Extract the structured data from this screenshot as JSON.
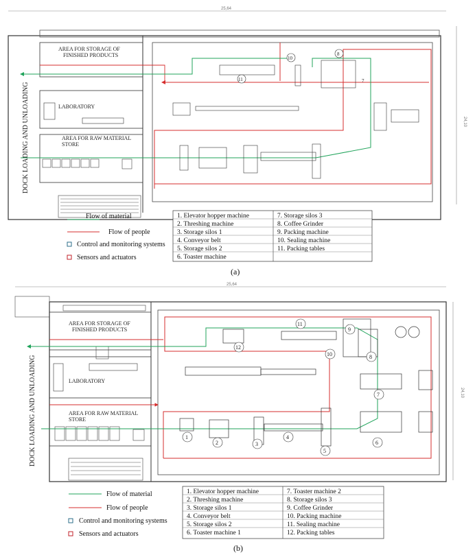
{
  "colors": {
    "material": "#1fa35a",
    "people": "#d62c2c",
    "control": "#2b6c8a",
    "sensors": "#c2202a",
    "line": "#333333"
  },
  "plan_a": {
    "dimension_top": "25,64",
    "dimension_side": "24,10",
    "dock_label": "DOCK LOADING AND UNLOADING",
    "finished_label_1": "AREA FOR STORAGE OF",
    "finished_label_2": "FINISHED PRODUCTS",
    "laboratory_label": "LABORATORY",
    "raw_label_1": "AREA FOR RAW MATERIAL",
    "raw_label_2": "STORE",
    "markers": [
      "10",
      "8",
      "11",
      "7"
    ],
    "legend": {
      "material": "Flow of material",
      "people": "Flow of people",
      "control": "Control and monitoring systems",
      "sensors": "Sensors and actuators"
    },
    "table_left": [
      "1.   Elevator hopper machine",
      "2.   Threshing machine",
      "3.   Storage silos 1",
      "4.   Conveyor belt",
      "5.   Storage silos 2",
      "6.   Toaster machine"
    ],
    "table_right": [
      "7.   Storage silos 3",
      "8.   Coffee Grinder",
      "9.   Packing machine",
      "10. Sealing machine",
      "11. Packing tables"
    ],
    "caption": "(a)"
  },
  "plan_b": {
    "dimension_top": "25,64",
    "dimension_side": "24,10",
    "dock_label": "DOCK LOADING AND UNLOADING",
    "finished_label_1": "AREA FOR STORAGE OF",
    "finished_label_2": "FINISHED PRODUCTS",
    "laboratory_label": "LABORATORY",
    "raw_label_1": "AREA FOR RAW MATERIAL",
    "raw_label_2": "STORE",
    "markers": [
      "1",
      "2",
      "3",
      "4",
      "5",
      "6",
      "7",
      "8",
      "9",
      "10",
      "11",
      "12"
    ],
    "legend": {
      "material": "Flow of material",
      "people": "Flow of people",
      "control": "Control and monitoring systems",
      "sensors": "Sensors and actuators"
    },
    "table_left": [
      "1.    Elevator hopper machine",
      "2.    Threshing machine",
      "3.    Storage silos 1",
      "4.    Conveyor belt",
      "5.    Storage silos 2",
      "6.    Toaster machine 1"
    ],
    "table_right": [
      "7.    Toaster machine 2",
      "8.    Storage silos 3",
      "9.    Coffee Grinder",
      "10.  Packing machine",
      "11.  Sealing machine",
      "12.  Packing tables"
    ],
    "caption": "(b)"
  }
}
